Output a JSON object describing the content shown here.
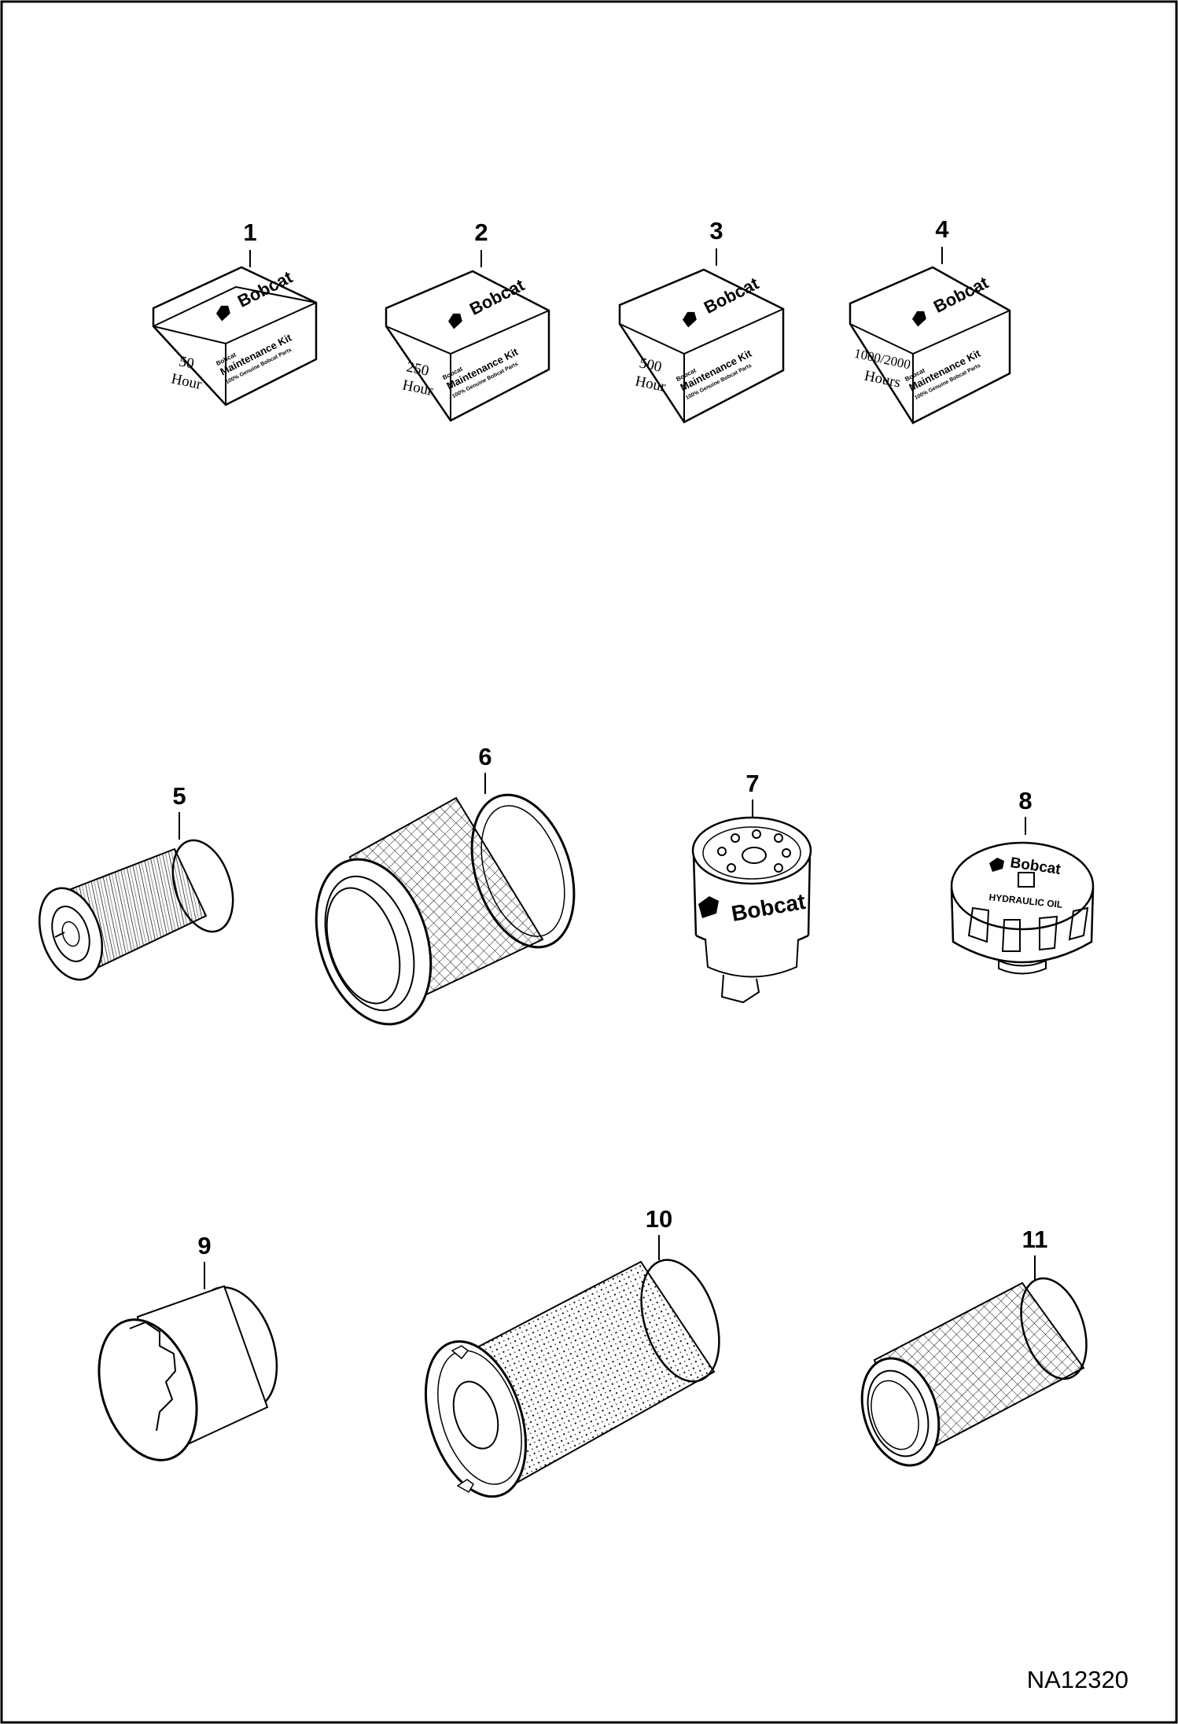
{
  "figure_id": "NA12320",
  "kits": [
    {
      "callout": "1",
      "hours": [
        "50",
        "Hour"
      ],
      "brand": "Bobcat",
      "label": "Maintenance Kit",
      "sublabel": "100% Genuine Bobcat Parts",
      "mini_brand": "Bobcat"
    },
    {
      "callout": "2",
      "hours": [
        "250",
        "Hour"
      ],
      "brand": "Bobcat",
      "label": "Maintenance Kit",
      "sublabel": "100% Genuine Bobcat Parts",
      "mini_brand": "Bobcat"
    },
    {
      "callout": "3",
      "hours": [
        "500",
        "Hour"
      ],
      "brand": "Bobcat",
      "label": "Maintenance Kit",
      "sublabel": "100% Genuine Bobcat Parts",
      "mini_brand": "Bobcat"
    },
    {
      "callout": "4",
      "hours": [
        "1000/2000",
        "Hours"
      ],
      "brand": "Bobcat",
      "label": "Maintenance Kit",
      "sublabel": "100% Genuine Bobcat Parts",
      "mini_brand": "Bobcat"
    }
  ],
  "parts": [
    {
      "callout": "5",
      "icon": "hydraulic-filter-element-icon"
    },
    {
      "callout": "6",
      "icon": "outer-air-filter-icon"
    },
    {
      "callout": "7",
      "icon": "fuel-filter-icon",
      "brand": "Bobcat"
    },
    {
      "callout": "8",
      "icon": "hydraulic-cap-icon",
      "brand": "Bobcat",
      "label": "HYDRAULIC OIL"
    },
    {
      "callout": "9",
      "icon": "engine-oil-filter-icon"
    },
    {
      "callout": "10",
      "icon": "inner-air-filter-icon"
    },
    {
      "callout": "11",
      "icon": "cab-filter-icon"
    }
  ]
}
